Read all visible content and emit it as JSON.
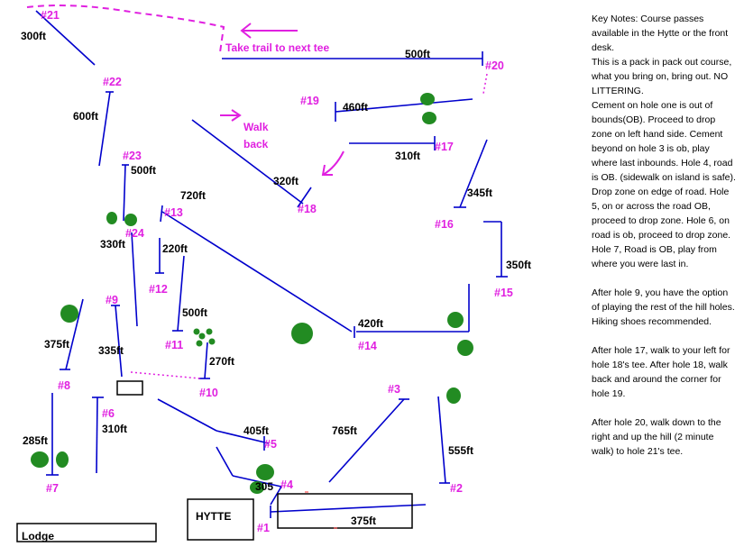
{
  "colors": {
    "course_line": "#0000cc",
    "hole_label": "#e020e0",
    "text": "#000000",
    "tree": "#228b22"
  },
  "holes": {
    "h1": "#1",
    "h2": "#2",
    "h3": "#3",
    "h4": "#4",
    "h5": "#5",
    "h6": "#6",
    "h7": "#7",
    "h8": "#8",
    "h9": "#9",
    "h10": "#10",
    "h11": "#11",
    "h12": "#12",
    "h13": "#13",
    "h14": "#14",
    "h15": "#15",
    "h16": "#16",
    "h17": "#17",
    "h18": "#18",
    "h19": "#19",
    "h20": "#20",
    "h21": "#21",
    "h22": "#22",
    "h23": "#23",
    "h24": "#24"
  },
  "distances": {
    "d1": "375ft",
    "d2": "555ft",
    "d3": "765ft",
    "d4": "305",
    "d5": "405ft",
    "d6": "310ft",
    "d7": "285ft",
    "d8": "375ft",
    "d9": "335ft",
    "d10": "270ft",
    "d11": "500ft",
    "d12": "220ft",
    "d13": "720ft",
    "d14": "420ft",
    "d15": "350ft",
    "d16": "345ft",
    "d17": "310ft",
    "d18": "320ft",
    "d19": "460ft",
    "d20": "500ft",
    "d21": "300ft",
    "d22": "600ft",
    "d23": "500ft",
    "d24": "330ft"
  },
  "buildings": {
    "hytte": "HYTTE",
    "lodge": "Lodge"
  },
  "annotations": {
    "take_trail": "Take trail to next tee",
    "walk_back_1": "Walk",
    "walk_back_2": "back"
  },
  "key_notes": {
    "p1": "Key Notes: Course passes available in the Hytte or the front desk.",
    "p2": "This is a pack in pack out course, what you bring on, bring out. NO LITTERING.",
    "p3": "Cement on hole one is out of bounds(OB). Proceed to drop zone on left hand side. Cement beyond on hole 3 is ob, play where last inbounds. Hole 4, road is OB. (sidewalk on island is safe). Drop zone on edge of road. Hole 5, on or across the road OB, proceed to drop zone. Hole 6, on road is ob, proceed to drop zone. Hole 7,  Road is OB, play from where you were last in.",
    "p4": "After hole 9, you have the option of playing the rest of the hill holes.  Hiking shoes recommended.",
    "p5": "After hole 17, walk to your left for hole 18's tee. After hole 18, walk back and around the corner for hole 19.",
    "p6": "After hole 20, walk down to the right and up the hill (2 minute walk) to hole 21's tee."
  }
}
